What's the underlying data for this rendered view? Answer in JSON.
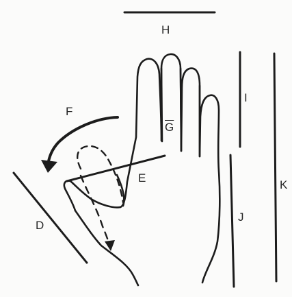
{
  "figure": {
    "labels": {
      "h": "H",
      "i": "I",
      "g": "G",
      "f": "F",
      "e": "E",
      "k": "K",
      "j": "J",
      "d": "D"
    },
    "ink_color": "#1c1c1c",
    "paper_color": "#fbfbfa"
  }
}
